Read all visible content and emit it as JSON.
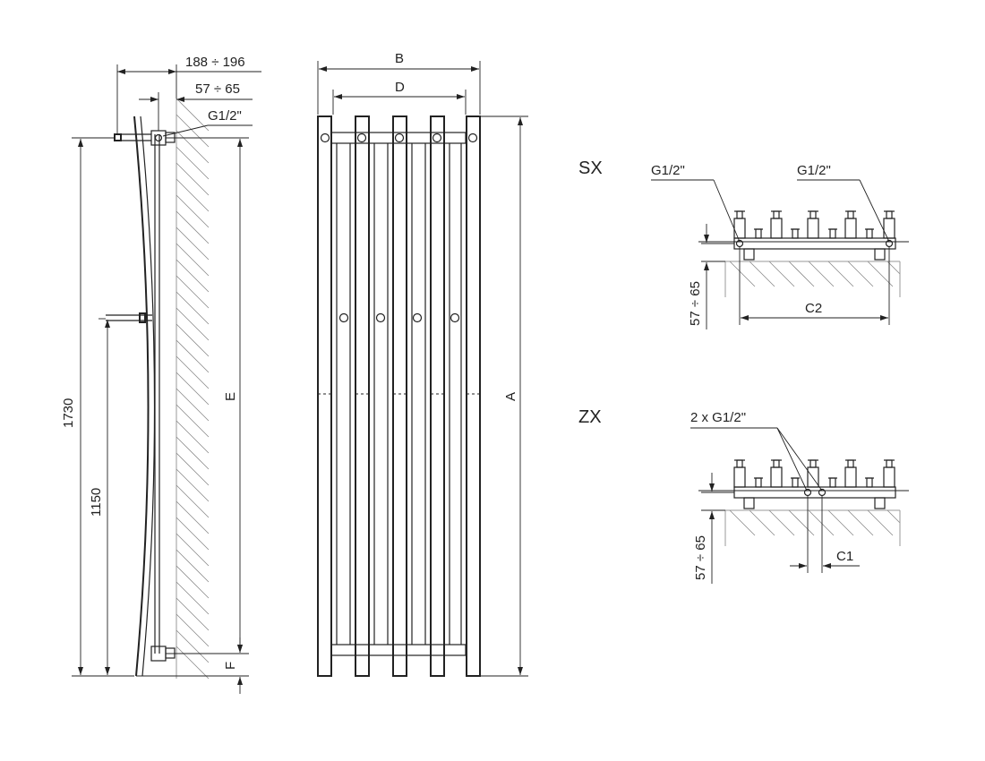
{
  "side_view": {
    "dim_depth_total": "188 ÷ 196",
    "dim_wall_gap": "57 ÷ 65",
    "dim_connection": "G1/2\"",
    "dim_height_total": "1730",
    "dim_bracket_height": "1150",
    "dim_e": "E",
    "dim_f": "F"
  },
  "front_view": {
    "dim_b": "B",
    "dim_d": "D",
    "dim_a": "A"
  },
  "sx_view": {
    "label": "SX",
    "connection_left": "G1/2\"",
    "connection_right": "G1/2\"",
    "dim_wall_gap": "57 ÷ 65",
    "dim_c2": "C2"
  },
  "zx_view": {
    "label": "ZX",
    "connection": "2 x G1/2\"",
    "dim_wall_gap": "57 ÷ 65",
    "dim_c1": "C1"
  }
}
